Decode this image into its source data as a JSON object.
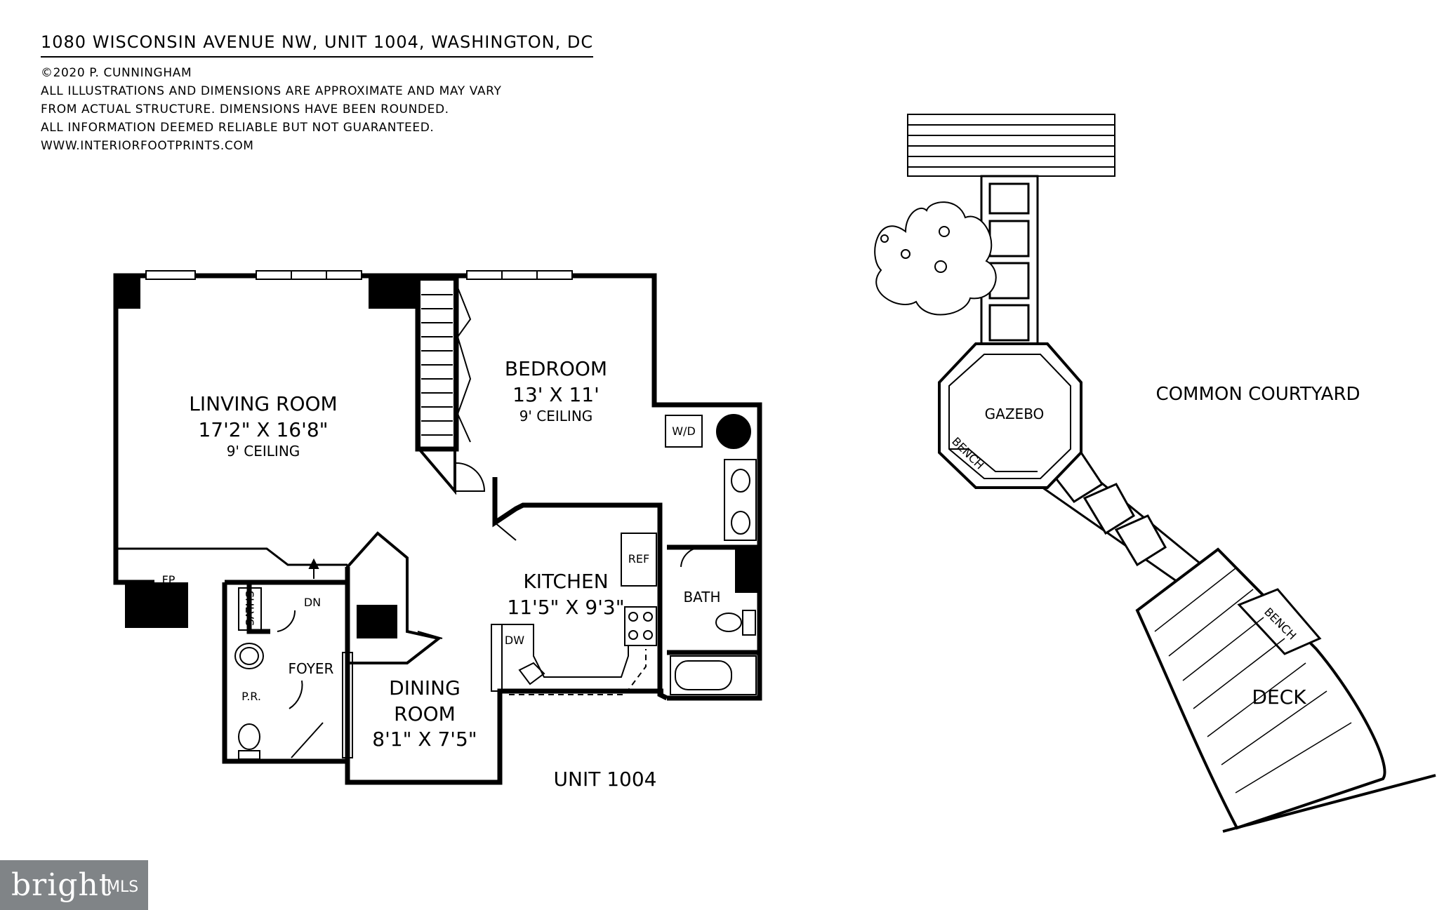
{
  "header": {
    "title": "1080 WISCONSIN AVENUE NW, UNIT 1004, WASHINGTON, DC",
    "copyright": "©2020 P. CUNNINGHAM",
    "disclaimer_1": "ALL ILLUSTRATIONS AND DIMENSIONS ARE APPROXIMATE AND MAY VARY",
    "disclaimer_2": "FROM ACTUAL STRUCTURE. DIMENSIONS HAVE BEEN ROUNDED.",
    "disclaimer_3": "ALL INFORMATION DEEMED RELIABLE BUT NOT GUARANTEED.",
    "website": "WWW.INTERIORFOOTPRINTS.COM"
  },
  "floorplan": {
    "unit_label": "UNIT 1004",
    "living_room": {
      "name": "LINVING ROOM",
      "size": "17'2\" X 16'8\"",
      "ceiling": "9' CEILING"
    },
    "bedroom": {
      "name": "BEDROOM",
      "size": "13' X 11'",
      "ceiling": "9' CEILING"
    },
    "kitchen": {
      "name": "KITCHEN",
      "size": "11'5\" X 9'3\""
    },
    "dining_room": {
      "name_1": "DINING",
      "name_2": "ROOM",
      "size": "8'1\" X 7'5\""
    },
    "foyer": "FOYER",
    "bath": "BATH",
    "powder_room": "P.R.",
    "fireplace": "FP",
    "down": "DN",
    "shelves": "SHLVS",
    "washer_dryer": "W/D",
    "refrigerator": "REF",
    "dishwasher": "DW"
  },
  "courtyard": {
    "title": "COMMON COURTYARD",
    "gazebo": "GAZEBO",
    "gazebo_bench": "BENCH",
    "deck": "DECK",
    "deck_bench": "BENCH"
  },
  "watermark": {
    "brand": "bright",
    "suffix": "MLS"
  }
}
